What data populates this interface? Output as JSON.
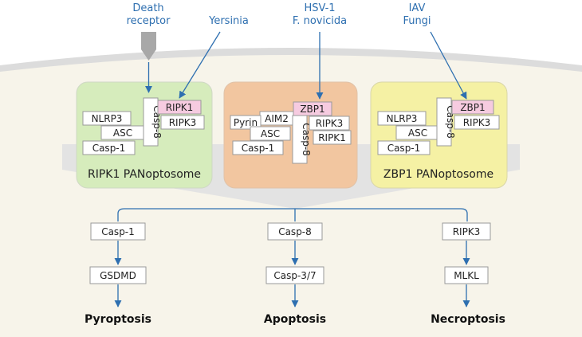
{
  "triggers": {
    "death_receptor": [
      "Death",
      "receptor"
    ],
    "yersinia": "Yersinia",
    "hsv": [
      "HSV-1",
      "F. novicida"
    ],
    "iav": [
      "IAV",
      "Fungi"
    ]
  },
  "complexes": {
    "ripk1": {
      "title": "RIPK1 PANoptosome",
      "color": "#d6ecbc",
      "proteins": {
        "casp8": "Casp-8",
        "ripk1": "RIPK1",
        "ripk3": "RIPK3",
        "nlrp3": "NLRP3",
        "asc": "ASC",
        "casp1": "Casp-1"
      }
    },
    "zbp1_center": {
      "color": "#f2c6a0",
      "proteins": {
        "zbp1": "ZBP1",
        "aim2": "AIM2",
        "pyrin": "Pyrin",
        "asc": "ASC",
        "casp1": "Casp-1",
        "casp8": "Casp-8",
        "ripk3": "RIPK3",
        "ripk1": "RIPK1"
      }
    },
    "zbp1": {
      "title": "ZBP1 PANoptosome",
      "color": "#f5f1a4",
      "proteins": {
        "casp8": "Casp-8",
        "zbp1": "ZBP1",
        "ripk3": "RIPK3",
        "nlrp3": "NLRP3",
        "asc": "ASC",
        "casp1": "Casp-1"
      }
    }
  },
  "pathways": {
    "pyroptosis": {
      "effector": "Casp-1",
      "executor": "GSDMD",
      "outcome": "Pyroptosis"
    },
    "apoptosis": {
      "effector": "Casp-8",
      "executor": "Casp-3/7",
      "outcome": "Apoptosis"
    },
    "necroptosis": {
      "effector": "RIPK3",
      "executor": "MLKL",
      "outcome": "Necroptosis"
    }
  },
  "colors": {
    "arrow": "#2e6fb0",
    "cell": "#f7f4ea",
    "membrane": "#dcdcdc",
    "pink_box": "#f6cbe0"
  }
}
